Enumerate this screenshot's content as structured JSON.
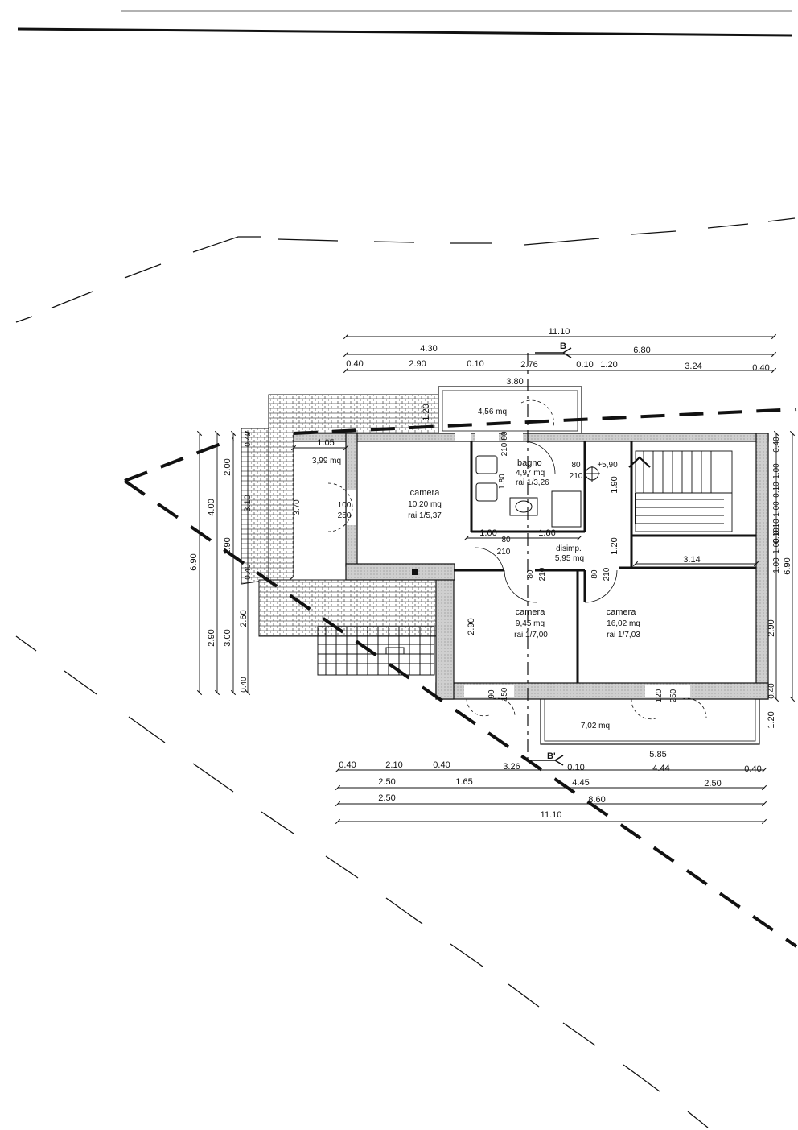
{
  "top_dims": {
    "overall": "11.10",
    "left_block": "4.30",
    "right_block": "6.80",
    "d1": "0.40",
    "d2": "2.90",
    "d3": "0.10",
    "d4": "2.76",
    "d5": "0.10",
    "d6": "1.20",
    "d7": "3.24",
    "d8": "0.40"
  },
  "bottom_dims": {
    "row1": [
      "0.40",
      "2.10",
      "0.40",
      "3.26",
      "0.10",
      "4.44",
      "0.40"
    ],
    "row1_top": "5.85",
    "row2": [
      "2.50",
      "1.65",
      "4.45",
      "2.50"
    ],
    "row3": [
      "2.50",
      "8.60"
    ],
    "row4": "11.10"
  },
  "left_dims": {
    "col1": "6.90",
    "col2_top": "4.00",
    "col2_bottom": "2.90",
    "col3_top": "2.00",
    "col3_mid": "1.90",
    "col3_bottom": "3.00",
    "col4_a": "0.40",
    "col4_b": "3.10",
    "col4_c": "0.40",
    "col4_d": "2.60",
    "col4_e": "0.40"
  },
  "right_dims": {
    "outer": "6.90",
    "a": "0.40",
    "b": "1.00",
    "c": "0.10",
    "d": "1.00",
    "e": "0.10",
    "f": "1.00",
    "g": "0.10",
    "h": "1.00",
    "i": "2.90",
    "j": "0.40",
    "k": "1.20"
  },
  "section_marks": {
    "top": "B",
    "bottom": "B'"
  },
  "balcony_top": {
    "width": "3.80",
    "depth": "1.20",
    "area": "4,56 mq"
  },
  "balcony_bottom": {
    "area": "7,02 mq"
  },
  "rooms": {
    "loggia": {
      "area": "3,99 mq",
      "width": "1.05",
      "door_w": "100",
      "door_h": "250",
      "dim": "3.70"
    },
    "camera1": {
      "name": "camera",
      "area": "10,20 mq",
      "rai": "rai 1/5,37"
    },
    "bagno": {
      "name": "bagno",
      "area": "4,97 mq",
      "rai": "rai 1/3,26",
      "dim_h": "1.80",
      "door_w": "80",
      "door_h": "210",
      "level": "+5,90"
    },
    "disimp": {
      "name": "disimp.",
      "area": "5,95 mq",
      "w1": "1.00",
      "w2": "1.86",
      "door_w": "80",
      "door_h": "210"
    },
    "camera2": {
      "name": "camera",
      "area": "9,45 mq",
      "rai": "rai 1/7,00",
      "dim_h": "2.90"
    },
    "camera3": {
      "name": "camera",
      "area": "16,02 mq",
      "rai": "rai 1/7,03",
      "width": "3.14"
    },
    "stair": {
      "d1": "1.90",
      "d2": "1.20"
    }
  },
  "door_labels": {
    "top_bath": [
      "80",
      "210"
    ],
    "camera2_door": [
      "80",
      "210"
    ],
    "camera3_door": [
      "80",
      "210"
    ],
    "camera2_window": [
      "90",
      "150"
    ],
    "camera3_window": [
      "120",
      "250"
    ],
    "disimp_window": [
      "210"
    ]
  }
}
